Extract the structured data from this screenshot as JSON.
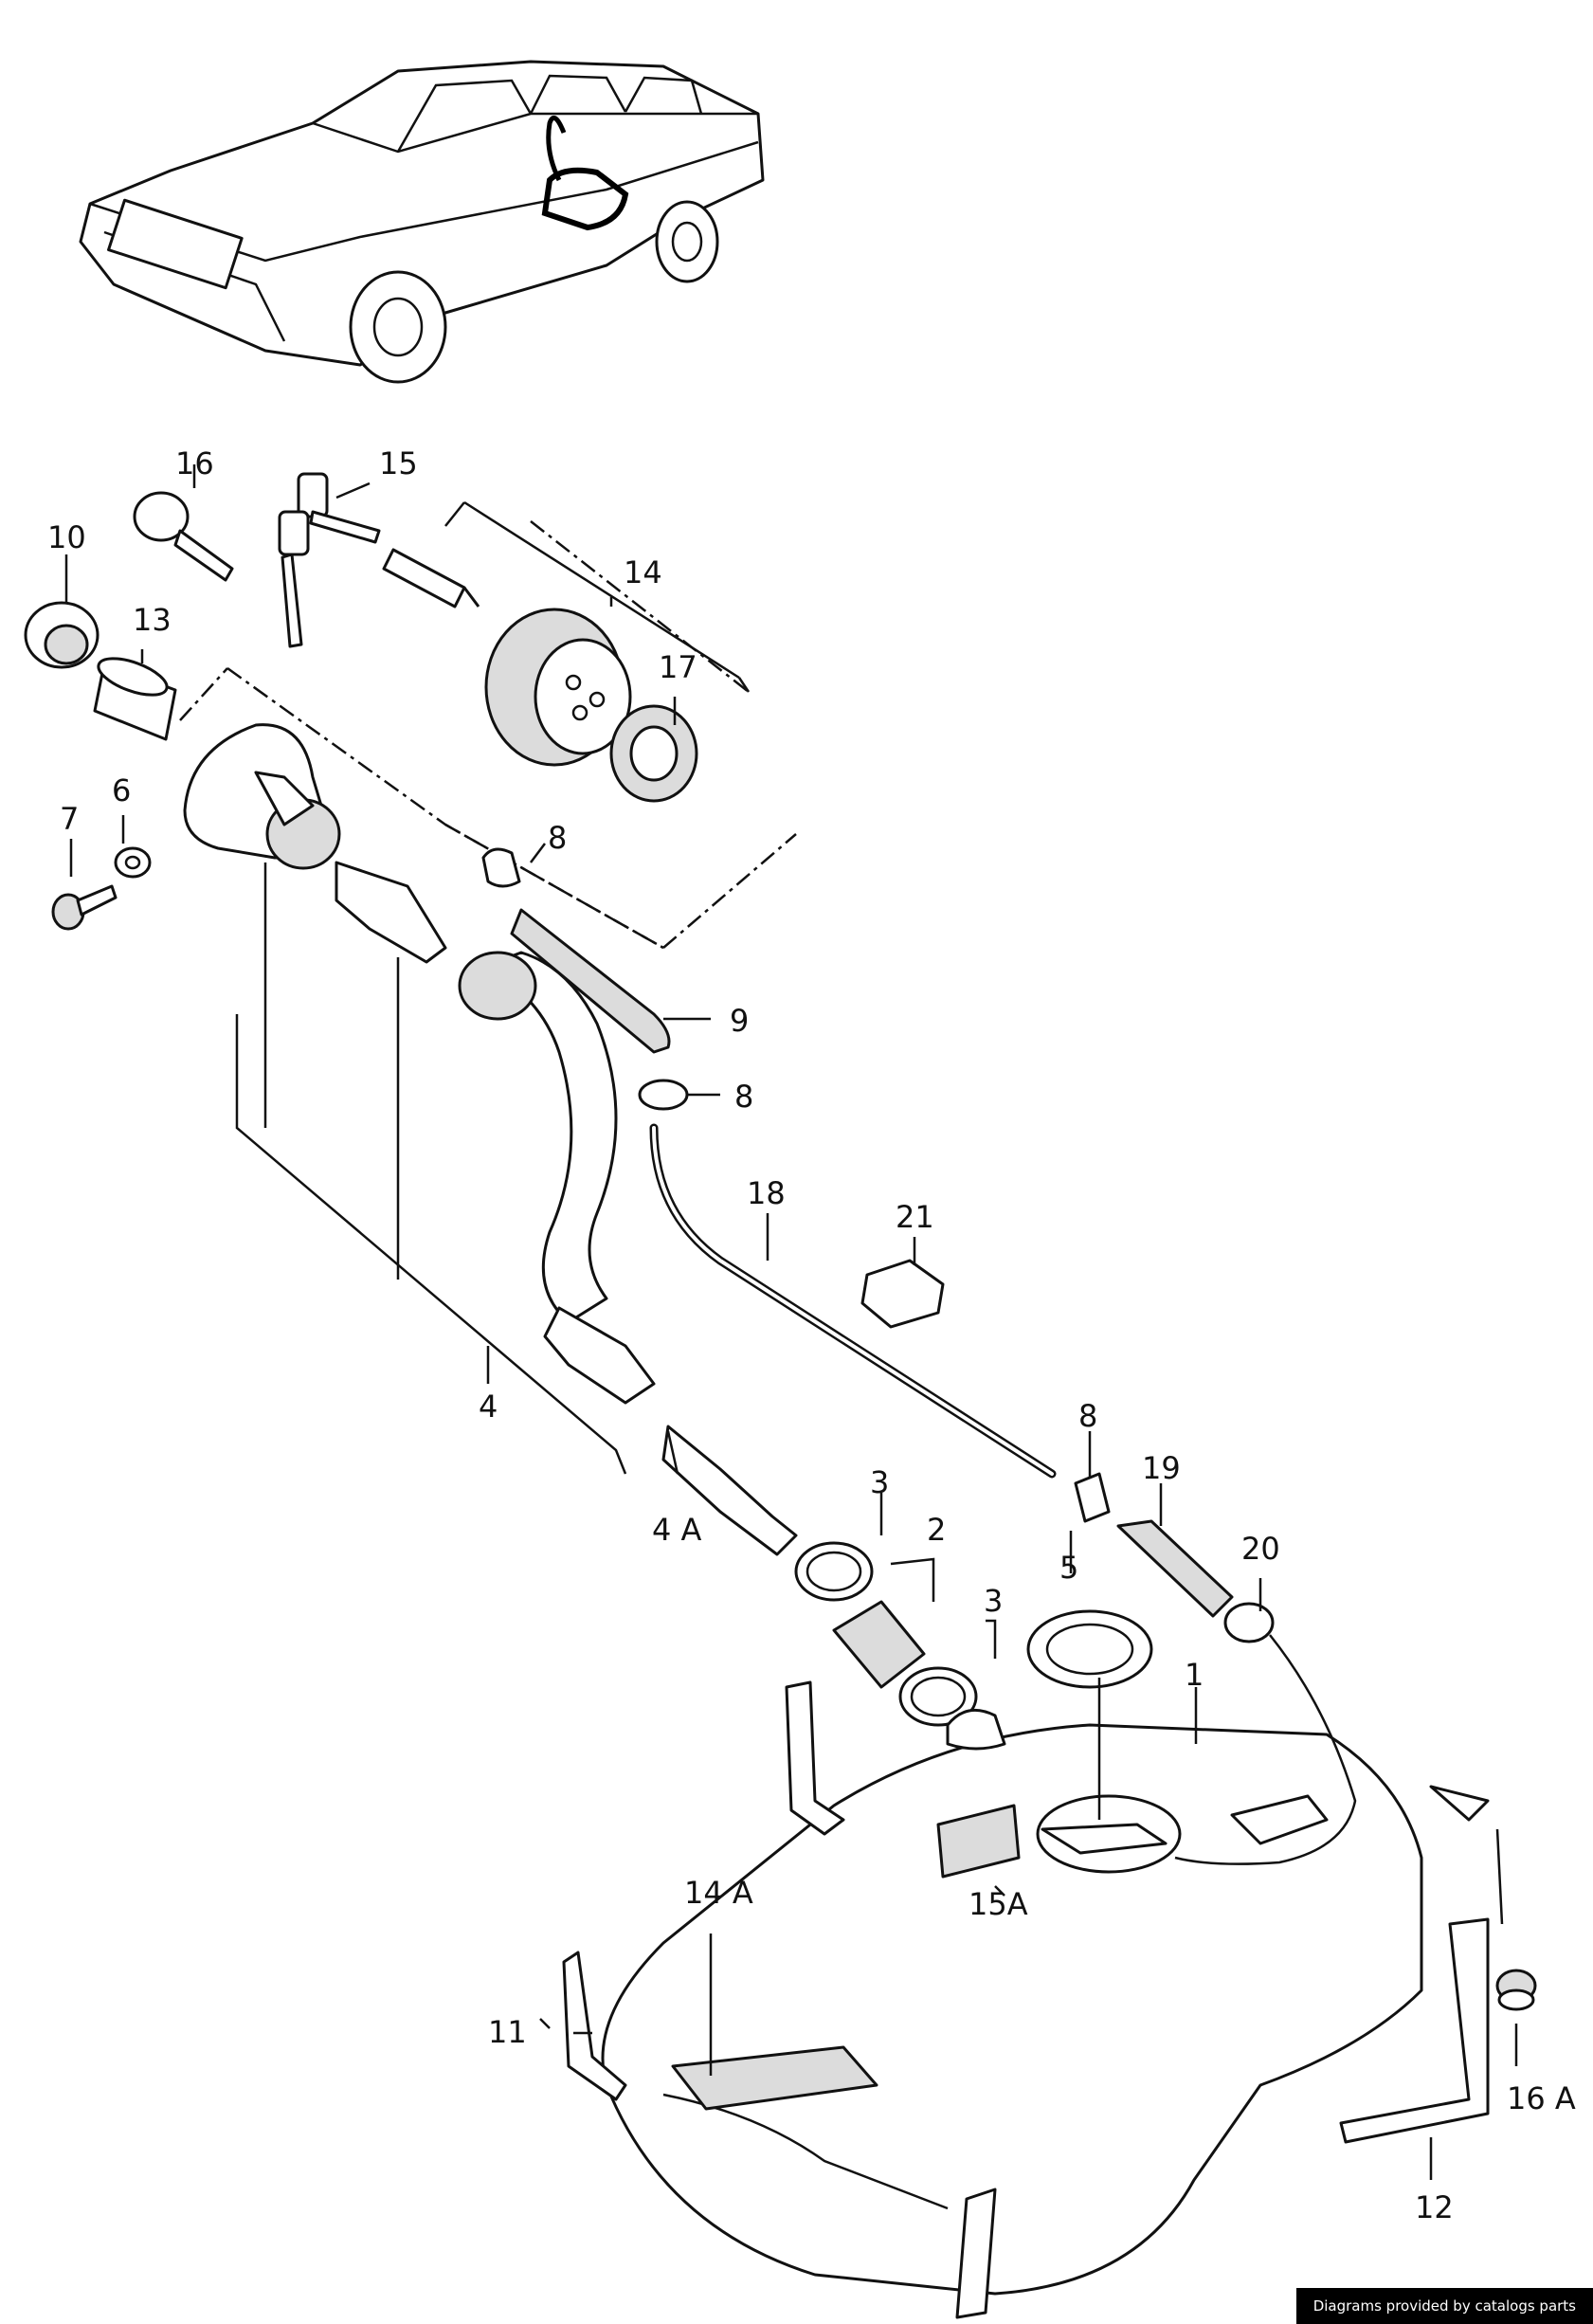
{
  "labels": {
    "l1": "1",
    "l2": "2",
    "l3a": "3",
    "l3b": "3",
    "l4": "4",
    "l4a": "4 A",
    "l5": "5",
    "l6": "6",
    "l7": "7",
    "l8a": "8",
    "l8b": "8",
    "l8c": "8",
    "l9": "9",
    "l10": "10",
    "l11": "11",
    "l12": "12",
    "l13": "13",
    "l14": "14",
    "l14a": "14 A",
    "l15": "15",
    "l15a": "15A",
    "l16": "16",
    "l16a": "16 A",
    "l17": "17",
    "l18": "18",
    "l19": "19",
    "l20": "20",
    "l21": "21"
  },
  "footer": {
    "credit": "Diagrams provided by catalogs parts"
  }
}
